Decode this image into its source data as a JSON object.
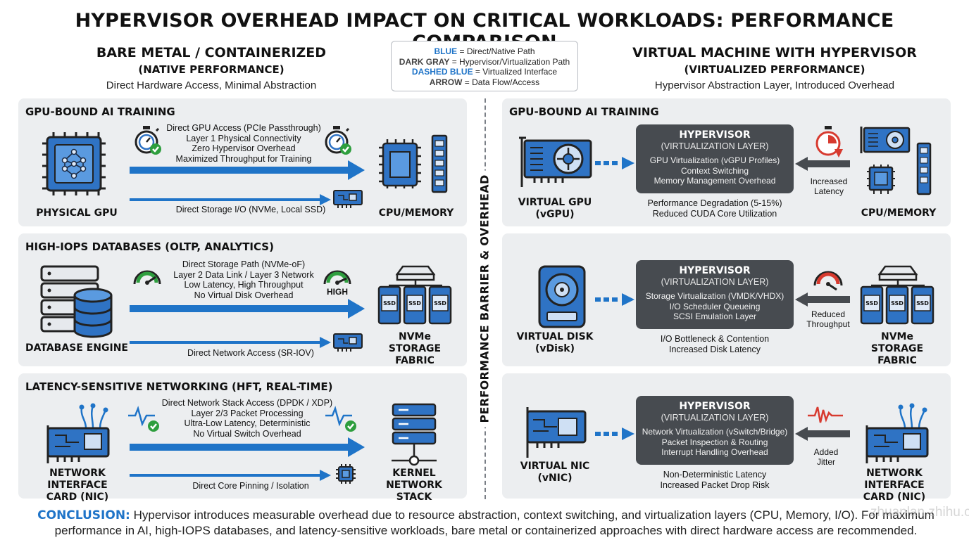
{
  "title": "HYPERVISOR OVERHEAD IMPACT ON CRITICAL WORKLOADS: PERFORMANCE COMPARISON",
  "left_header": {
    "title": "BARE METAL / CONTAINERIZED",
    "subtitle": "(NATIVE PERFORMANCE)",
    "description": "Direct Hardware Access, Minimal Abstraction"
  },
  "right_header": {
    "title": "VIRTUAL MACHINE WITH HYPERVISOR",
    "subtitle": "(VIRTUALIZED PERFORMANCE)",
    "description": "Hypervisor Abstraction Layer, Introduced Overhead"
  },
  "legend": {
    "blue_key": "BLUE",
    "blue_text": " = Direct/Native Path",
    "gray_key": "DARK GRAY",
    "gray_text": " = Hypervisor/Virtualization Path",
    "dashed_key": "DASHED BLUE",
    "dashed_text": " = Virtualized Interface",
    "arrow_key": "ARROW",
    "arrow_text": " = Data Flow/Access"
  },
  "divider_label": "PERFORMANCE BARRIER & OVERHEAD",
  "left_panels": [
    {
      "title": "GPU-BOUND AI TRAINING",
      "source_label": "PHYSICAL GPU",
      "main_lines": [
        "Direct GPU Access (PCIe Passthrough)",
        "Layer 1 Physical Connectivity",
        "Zero Hypervisor Overhead",
        "Maximized Throughput for Training"
      ],
      "secondary": "Direct Storage I/O (NVMe, Local SSD)",
      "target_label": "CPU/MEMORY",
      "gauge_text": ""
    },
    {
      "title": "HIGH-IOPS DATABASES (OLTP, ANALYTICS)",
      "source_label": "DATABASE ENGINE",
      "main_lines": [
        "Direct Storage Path (NVMe-oF)",
        "Layer 2 Data Link / Layer 3 Network",
        "Low Latency, High Throughput",
        "No Virtual Disk Overhead"
      ],
      "secondary": "Direct Network Access (SR-IOV)",
      "target_label": "NVMe\nSTORAGE FABRIC",
      "gauge_text": "HIGH"
    },
    {
      "title": "LATENCY-SENSITIVE NETWORKING (HFT, REAL-TIME)",
      "source_label": "NETWORK INTERFACE\nCARD (NIC)",
      "main_lines": [
        "Direct Network Stack Access (DPDK / XDP)",
        "Layer 2/3 Packet Processing",
        "Ultra-Low Latency, Deterministic",
        "No Virtual Switch Overhead"
      ],
      "secondary": "Direct Core Pinning / Isolation",
      "target_label": "KERNEL NETWORK\nSTACK",
      "gauge_text": ""
    }
  ],
  "right_panels": [
    {
      "title": "GPU-BOUND AI TRAINING",
      "virtual_label": "VIRTUAL GPU\n(vGPU)",
      "hv_title": "HYPERVISOR",
      "hv_subtitle": "(VIRTUALIZATION LAYER)",
      "hv_lines": [
        "GPU Virtualization (vGPU Profiles)",
        "Context Switching",
        "Memory Management Overhead"
      ],
      "impact_lines": [
        "Performance Degradation (5-15%)",
        "Reduced CUDA Core Utilization"
      ],
      "effect": "Increased\nLatency",
      "physical_label": "CPU/MEMORY"
    },
    {
      "title": "",
      "virtual_label": "VIRTUAL DISK\n(vDisk)",
      "hv_title": "HYPERVISOR",
      "hv_subtitle": "(VIRTUALIZATION LAYER)",
      "hv_lines": [
        "Storage Virtualization (VMDK/VHDX)",
        "I/O Scheduler Queueing",
        "SCSI Emulation Layer"
      ],
      "impact_lines": [
        "I/O Bottleneck & Contention",
        "Increased Disk Latency"
      ],
      "effect": "Reduced\nThroughput",
      "physical_label": "NVMe\nSTORAGE FABRIC"
    },
    {
      "title": "",
      "virtual_label": "VIRTUAL NIC\n(vNIC)",
      "hv_title": "HYPERVISOR",
      "hv_subtitle": "(VIRTUALIZATION LAYER)",
      "hv_lines": [
        "Network Virtualization (vSwitch/Bridge)",
        "Packet Inspection & Routing",
        "Interrupt Handling Overhead"
      ],
      "impact_lines": [
        "Non-Deterministic Latency",
        "Increased Packet Drop Risk"
      ],
      "effect": "Added\nJitter",
      "physical_label": "NETWORK INTERFACE\nCARD (NIC)"
    }
  ],
  "ssd_label": "SSD",
  "conclusion": {
    "label": "CONCLUSION:",
    "text": " Hypervisor introduces measurable overhead due to resource abstraction, context switching, and virtualization layers (CPU, Memory, I/O). For maximum performance in AI, high-IOPS databases, and latency-sensitive workloads, bare metal or containerized approaches with direct hardware access are recommended."
  },
  "watermark": "zhuanlan.zhihu.com",
  "colors": {
    "blue": "#1f74c8",
    "dark_gray": "#474b50",
    "panel_bg": "#eceef0",
    "green_check": "#2e9e3e",
    "red_alert": "#d73a2f"
  }
}
